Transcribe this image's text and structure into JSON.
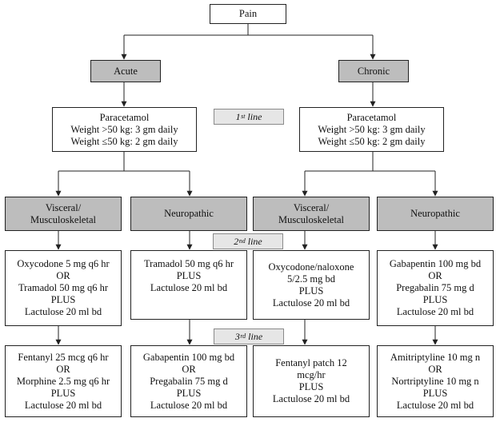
{
  "root": "Pain",
  "acute": {
    "label": "Acute",
    "first": [
      "Paracetamol",
      "Weight >50 kg: 3 gm daily",
      "Weight ≤50 kg: 2 gm daily"
    ],
    "visceral": {
      "label": [
        "Visceral/",
        "Musculoskeletal"
      ],
      "second": [
        "Oxycodone 5 mg q6 hr",
        "OR",
        "Tramadol 50 mg q6 hr",
        "PLUS",
        "Lactulose 20 ml bd"
      ],
      "third": [
        "Fentanyl 25 mcg q6 hr",
        "OR",
        "Morphine 2.5 mg q6 hr",
        "PLUS",
        "Lactulose 20 ml bd"
      ]
    },
    "neuropathic": {
      "label": "Neuropathic",
      "second": [
        "Tramadol 50 mg q6 hr",
        "PLUS",
        "Lactulose 20 ml bd"
      ],
      "third": [
        "Gabapentin 100 mg bd",
        "OR",
        "Pregabalin 75 mg d",
        "PLUS",
        "Lactulose 20 ml bd"
      ]
    }
  },
  "chronic": {
    "label": "Chronic",
    "first": [
      "Paracetamol",
      "Weight >50 kg: 3 gm daily",
      "Weight ≤50 kg: 2 gm daily"
    ],
    "visceral": {
      "label": [
        "Visceral/",
        "Musculoskeletal"
      ],
      "second": [
        "Oxycodone/naloxone",
        "5/2.5 mg bd",
        "PLUS",
        "Lactulose 20 ml bd"
      ],
      "third": [
        "Fentanyl patch 12",
        "mcg/hr",
        "PLUS",
        "Lactulose 20 ml bd"
      ]
    },
    "neuropathic": {
      "label": "Neuropathic",
      "second": [
        "Gabapentin 100 mg bd",
        "OR",
        "Pregabalin 75 mg d",
        "PLUS",
        "Lactulose 20 ml bd"
      ],
      "third": [
        "Amitriptyline 10 mg n",
        "OR",
        "Nortriptyline 10 mg n",
        "PLUS",
        "Lactulose 20 ml bd"
      ]
    }
  },
  "lines": {
    "first": {
      "num": "1",
      "sup": "st",
      "word": "line"
    },
    "second": {
      "num": "2",
      "sup": "nd",
      "word": "line"
    },
    "third": {
      "num": "3",
      "sup": "rd",
      "word": "line"
    }
  }
}
